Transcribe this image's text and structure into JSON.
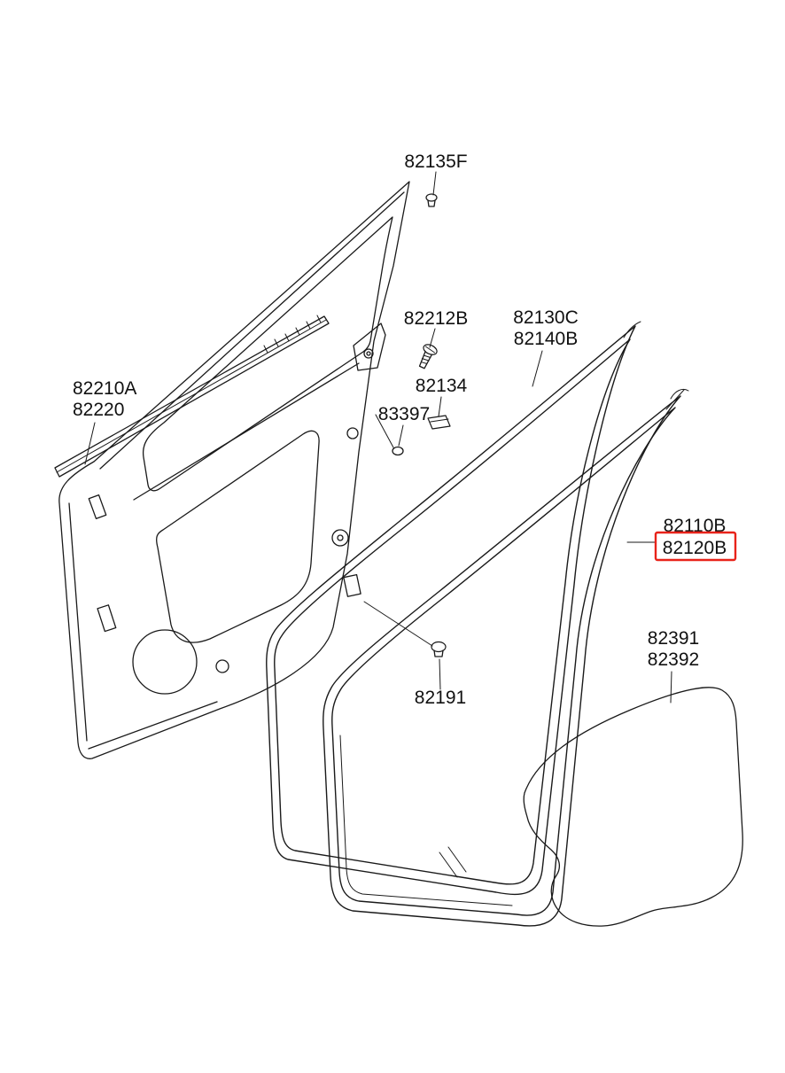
{
  "parts": {
    "p82135F": "82135F",
    "p82212B": "82212B",
    "p82130C": "82130C",
    "p82140B": "82140B",
    "p82134": "82134",
    "p83397": "83397",
    "p82210A": "82210A",
    "p82220": "82220",
    "p82110B": "82110B",
    "p82120B": "82120B",
    "p82391": "82391",
    "p82392": "82392",
    "p82191": "82191"
  },
  "colors": {
    "line": "#1a1a1a",
    "highlight": "#e8231a",
    "background": "#ffffff"
  }
}
